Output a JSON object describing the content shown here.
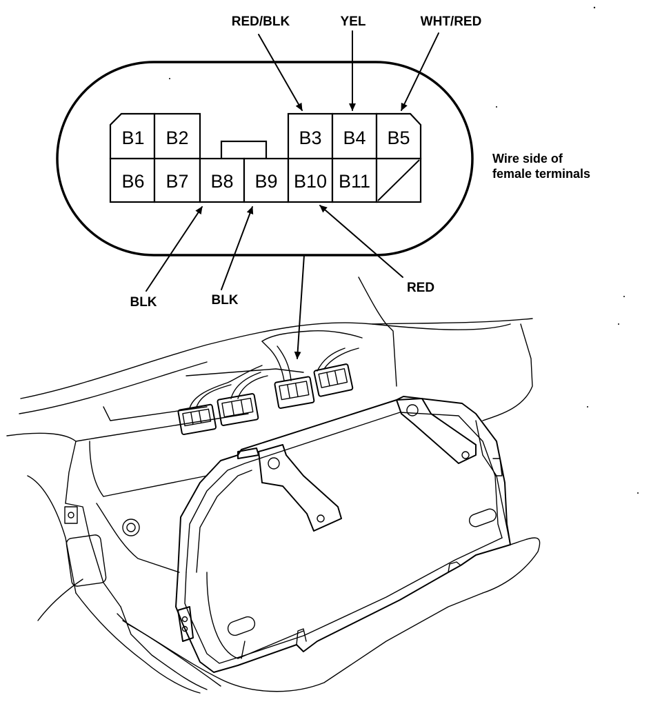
{
  "diagram": {
    "pins": {
      "top": [
        "B1",
        "B2",
        "B3",
        "B4",
        "B5"
      ],
      "bottom": [
        "B6",
        "B7",
        "B8",
        "B9",
        "B10",
        "B11"
      ]
    },
    "wire_labels": {
      "b3": "RED/BLK",
      "b4": "YEL",
      "b5": "WHT/RED",
      "b8": "BLK",
      "b9": "BLK",
      "b10": "RED"
    },
    "note": {
      "line1": "Wire side of",
      "line2": "female terminals"
    }
  }
}
